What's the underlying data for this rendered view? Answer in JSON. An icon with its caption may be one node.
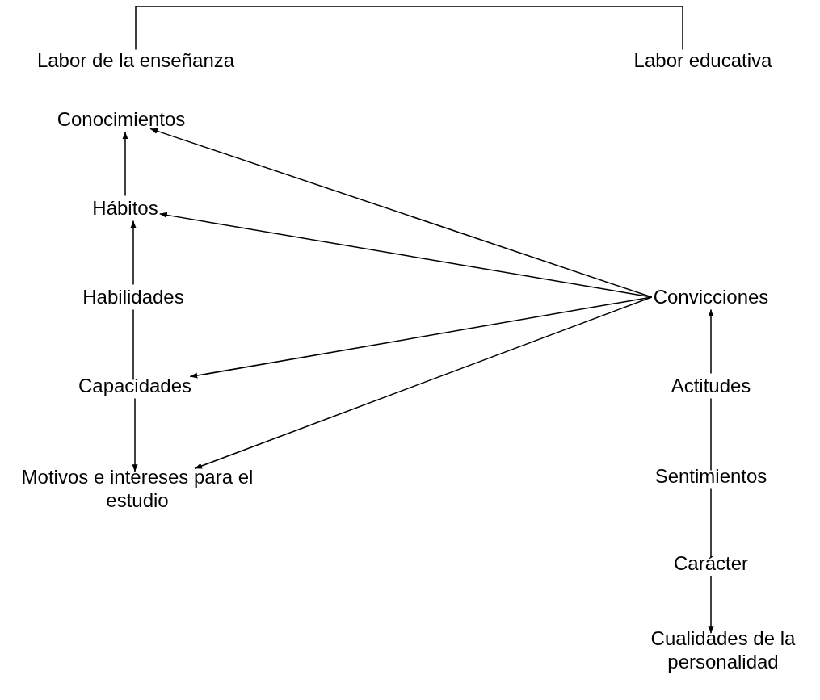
{
  "diagram": {
    "nodes": [
      {
        "text": [
          "Labor de la enseñanza"
        ]
      },
      {
        "text": [
          "Labor educativa"
        ]
      },
      {
        "text": [
          "Conocimientos"
        ]
      },
      {
        "text": [
          "Hábitos"
        ]
      },
      {
        "text": [
          "Habilidades"
        ]
      },
      {
        "text": [
          "Capacidades"
        ]
      },
      {
        "text": [
          "Motivos e intereses para el estudio"
        ]
      },
      {
        "text": [
          "Convicciones"
        ]
      },
      {
        "text": [
          "Actitudes"
        ]
      },
      {
        "text": [
          "Sentimientos"
        ]
      },
      {
        "text": [
          "Carácter"
        ]
      },
      {
        "text": [
          "Cualidades de la personalidad"
        ]
      }
    ],
    "edges": [
      {
        "from": 0,
        "to": 1,
        "arrow": "none"
      },
      {
        "from": 3,
        "to": 2,
        "arrow": "to"
      },
      {
        "from": 4,
        "to": 3,
        "arrow": "to"
      },
      {
        "from": 4,
        "to": 5,
        "arrow": "none"
      },
      {
        "from": 5,
        "to": 6,
        "arrow": "to"
      },
      {
        "from": 7,
        "to": 2,
        "arrow": "to"
      },
      {
        "from": 7,
        "to": 3,
        "arrow": "to"
      },
      {
        "from": 7,
        "to": 5,
        "arrow": "to"
      },
      {
        "from": 7,
        "to": 6,
        "arrow": "to"
      },
      {
        "from": 8,
        "to": 7,
        "arrow": "to"
      },
      {
        "from": 8,
        "to": 9,
        "arrow": "none"
      },
      {
        "from": 9,
        "to": 10,
        "arrow": "none"
      },
      {
        "from": 10,
        "to": 11,
        "arrow": "to"
      }
    ]
  }
}
